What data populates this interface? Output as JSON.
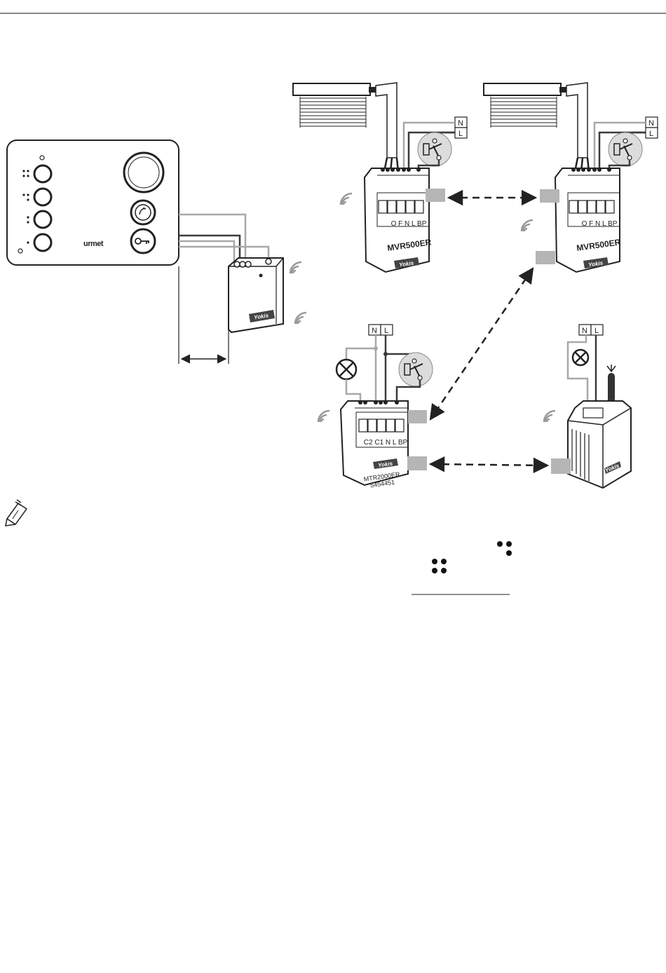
{
  "brand_label": "Yokis",
  "indoor_unit": {
    "display_text": "urmet"
  },
  "modules": [
    {
      "id": "mvr-left",
      "model": "MVR500ER",
      "terminals": "O F N L BP"
    },
    {
      "id": "mvr-right",
      "model": "MVR500ER",
      "terminals": "O F N L BP"
    },
    {
      "id": "mtr",
      "model": "MTR2000ER",
      "code": "5454451",
      "terminals": "C2 C1 N L BP"
    }
  ],
  "supply_labels": {
    "neutral": "N",
    "live": "L"
  },
  "colors": {
    "line": "#222222",
    "wire_light": "#a8a8a8",
    "wire_dark": "#3a3a3a",
    "pairing_box": "#b5b5b5",
    "switch_bubble": "#dcdcdc"
  }
}
